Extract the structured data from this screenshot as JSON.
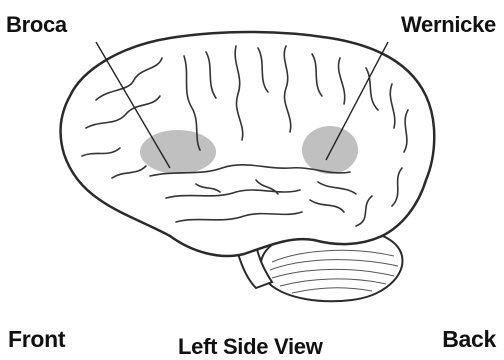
{
  "labels": {
    "broca": "Broca",
    "wernicke": "Wernicke",
    "front": "Front",
    "back": "Back",
    "view": "Left Side View"
  },
  "colors": {
    "outline": "#2a2a2a",
    "fill": "#ffffff",
    "region": "#b5b5b5"
  }
}
